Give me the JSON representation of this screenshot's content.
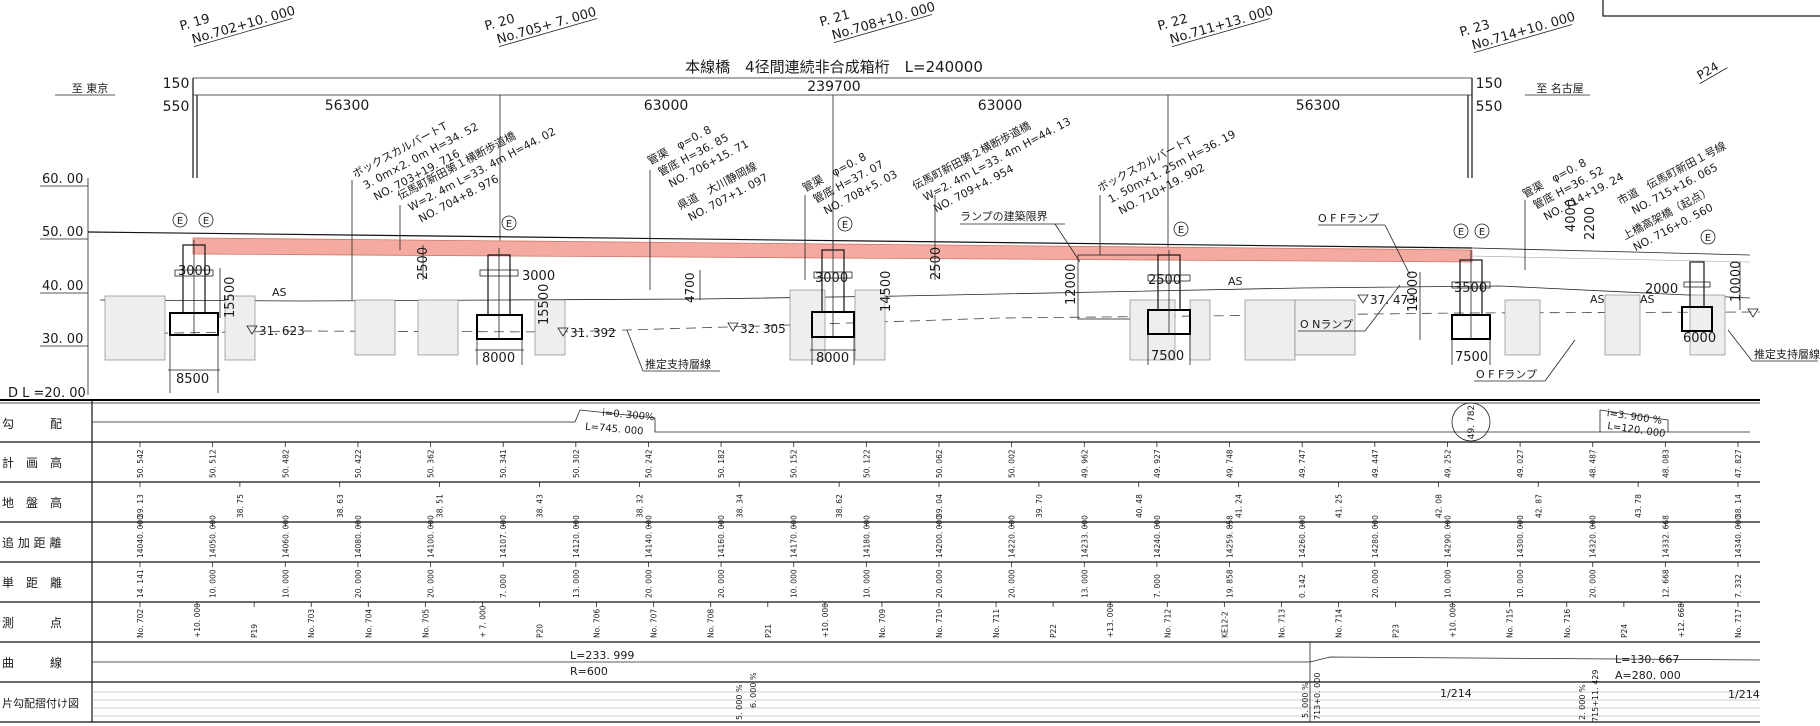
{
  "title": "本線橋　4径間連続非合成箱桁　L=240000",
  "directions": {
    "left": "至 東京",
    "right": "至 名古屋"
  },
  "piers": [
    {
      "label": "P. 19",
      "station": "No.702+10. 000"
    },
    {
      "label": "P. 20",
      "station": "No.705+ 7. 000"
    },
    {
      "label": "P. 21",
      "station": "No.708+10. 000"
    },
    {
      "label": "P. 22",
      "station": "No.711+13. 000"
    },
    {
      "label": "P. 23",
      "station": "No.714+10. 000"
    }
  ],
  "p24": "P24",
  "dims": {
    "total": "239700",
    "spans": [
      "56300",
      "63000",
      "63000",
      "56300"
    ],
    "end_top": "150",
    "end_bottom": "550"
  },
  "elevations": [
    "60. 00",
    "50. 00",
    "40. 00",
    "30. 00"
  ],
  "datum": "D L =20. 00",
  "crossings": [
    "ボックスカルバートT",
    "3. 0m×2. 0m H=34. 52",
    "NO. 703+19. 716",
    "伝馬町新田第１横断歩道橋",
    "W=2. 4m L=33. 4m H=44. 02",
    "NO. 704+8. 976",
    "管渠　φ=0. 8",
    "管底  H=36. 85",
    "NO. 706+15. 71",
    "県道　大川静岡線",
    "NO. 707+1. 097",
    "管渠　φ=0. 8",
    "管底  H=37. 07",
    "NO. 708+5. 03",
    "伝馬町新田第２横断歩道橋",
    "W=2. 4m L=33. 4m H=44. 13",
    "NO. 709+4. 954",
    "ボックスカルバートT",
    "1. 50m×1. 25m H=36. 19",
    "NO. 710+19. 902",
    "管渠　φ=0. 8",
    "管底  H=36. 52",
    "NO. 714+19. 24",
    "市道　伝馬町新田１号線",
    "上橋高架橋（起点）",
    "NO. 715+16. 065",
    "NO. 716+0. 560"
  ],
  "notes": {
    "ramp_limit": "ランプの建築限界",
    "off_ramp": "O F Fランプ",
    "on_ramp": "O Nランプ",
    "support_layer": "推定支持層線",
    "as": "AS",
    "e": "E"
  },
  "water_levels": [
    "31. 623",
    "31. 392",
    "32. 305",
    "37. 473"
  ],
  "pier_dims": [
    "3000",
    "15500",
    "8500",
    "2500",
    "3000",
    "15500",
    "8000",
    "4700",
    "3000",
    "14500",
    "8000",
    "2500",
    "12000",
    "2500",
    "7500",
    "11000",
    "3500",
    "7500",
    "4000",
    "2200",
    "2000",
    "10000",
    "6000"
  ],
  "table": {
    "row_labels": [
      "勾　　　配",
      "計　画　高",
      "地　盤　高",
      "追 加 距 離",
      "単　距　離",
      "測　　　点",
      "曲　　　線",
      "片勾配摺付け図"
    ],
    "grade_left": {
      "i": "i=0. 300%",
      "L": "L=745. 000"
    },
    "grade_right": {
      "i": "i=3. 900 %",
      "L": "L=120. 000"
    },
    "vc_circle": "49. 782",
    "plan_heights": [
      "50. 542",
      "50. 512",
      "50. 482",
      "50. 422",
      "50. 362",
      "50. 341",
      "50. 302",
      "50. 242",
      "50. 182",
      "50. 152",
      "50. 122",
      "50. 062",
      "50. 002",
      "49. 962",
      "49. 927",
      "49. 748",
      "49. 747",
      "49. 447",
      "49. 252",
      "49. 027",
      "48. 487",
      "48. 083",
      "47. 827"
    ],
    "ground_heights": [
      "39. 13",
      "38. 75",
      "38. 63",
      "38. 51",
      "38. 43",
      "38. 32",
      "38. 34",
      "38. 62",
      "39. 04",
      "39. 70",
      "40. 48",
      "41. 24",
      "41. 25",
      "42. 08",
      "42. 87",
      "43. 78",
      "38. 14"
    ],
    "cum_distances": [
      "14040. 000",
      "14050. 000",
      "14060. 000",
      "14080. 000",
      "14100. 000",
      "14107. 000",
      "14120. 000",
      "14140. 000",
      "14160. 000",
      "14170. 000",
      "14180. 000",
      "14200. 000",
      "14220. 000",
      "14233. 000",
      "14240. 000",
      "14259. 858",
      "14260. 000",
      "14280. 000",
      "14290. 000",
      "14300. 000",
      "14320. 000",
      "14332. 668",
      "14340. 000"
    ],
    "unit_distances": [
      "14. 141",
      "10. 000",
      "10. 000",
      "20. 000",
      "20. 000",
      "7. 000",
      "13. 000",
      "20. 000",
      "20. 000",
      "10. 000",
      "10. 000",
      "20. 000",
      "20. 000",
      "13. 000",
      "7. 000",
      "19. 858",
      "0. 142",
      "20. 000",
      "10. 000",
      "10. 000",
      "20. 000",
      "12. 668",
      "7. 332"
    ],
    "stations": [
      "No. 702",
      "+10. 000",
      "P19",
      "No. 703",
      "No. 704",
      "No. 705",
      "+ 7. 000",
      "P20",
      "No. 706",
      "No. 707",
      "No. 708",
      "P21",
      "+10. 000",
      "No. 709",
      "No. 710",
      "No. 711",
      "P22",
      "+13. 000",
      "No. 712",
      "KE12-2",
      "No. 713",
      "No. 714",
      "P23",
      "+10. 000",
      "No. 715",
      "No. 716",
      "P24",
      "+12. 668",
      "No. 717"
    ],
    "curve_left": {
      "L": "L=233. 999",
      "R": "R=600"
    },
    "curve_right": {
      "L": "L=130. 667",
      "A": "A=280. 000"
    },
    "superelevation": {
      "left": "5. 000 %",
      "left2": "6. 000 %",
      "mid": "5. 000 %",
      "mid2": "713+0. 000",
      "slope": "1/214",
      "right": "2. 000 %",
      "right2": "715+11. 429",
      "end": "1/214"
    }
  },
  "colors": {
    "girder": "#f4aaa0",
    "girder_stroke": "#cc7766"
  }
}
